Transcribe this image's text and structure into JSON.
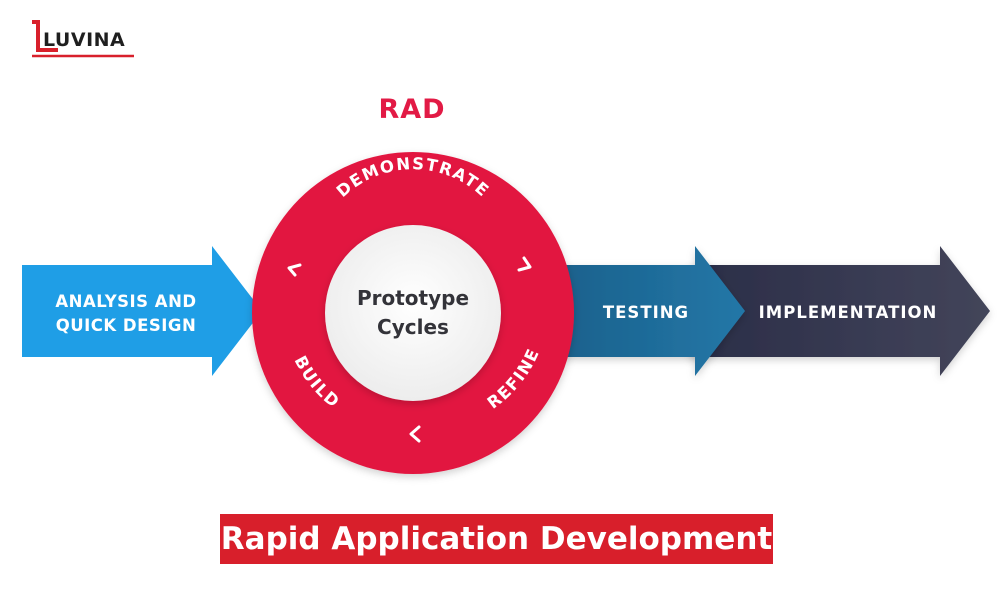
{
  "logo": {
    "text": "LUVINA",
    "icon": "luvina-logo-mark"
  },
  "diagram": {
    "title": "RAD",
    "left_arrow": {
      "line1": "ANALYSIS AND",
      "line2": "QUICK DESIGN"
    },
    "cycle": {
      "center_line1": "Prototype",
      "center_line2": "Cycles",
      "top": "DEMONSTRATE",
      "left": "BUILD",
      "right": "REFINE"
    },
    "testing_arrow": "TESTING",
    "implementation_arrow": "IMPLEMENTATION",
    "banner": "Rapid Application Development"
  },
  "colors": {
    "analysis_arrow": "#1f9ee6",
    "cycle_ring": "#e2163f",
    "testing_arrow": "#1f6e9a",
    "implementation_arrow": "#3a3b52",
    "title_red": "#e21a45",
    "banner_red": "#d81f2b"
  }
}
